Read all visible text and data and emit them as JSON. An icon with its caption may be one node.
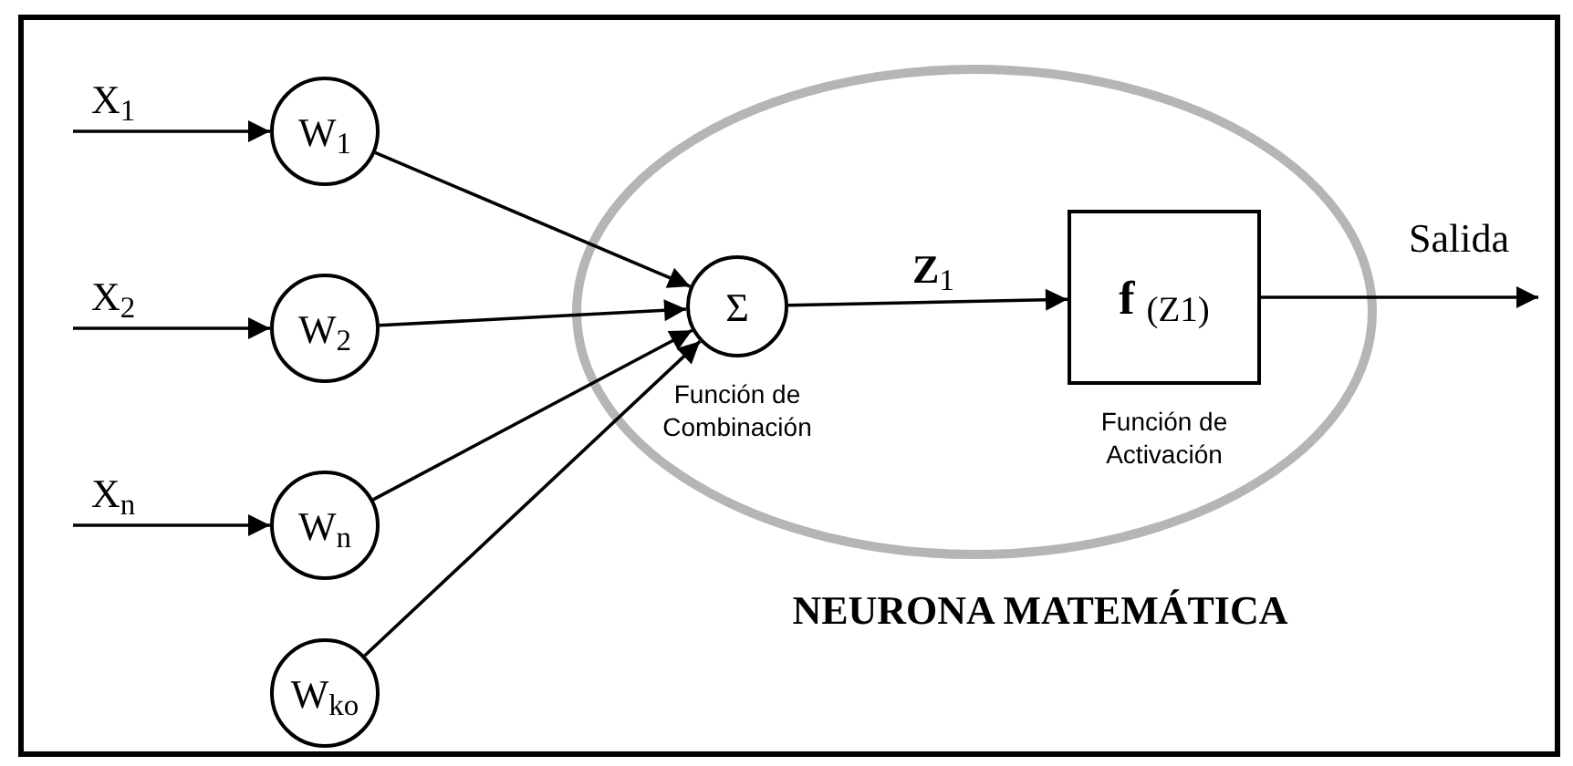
{
  "diagram": {
    "title": "NEURONA MATEMÁTICA",
    "nodes": [
      {
        "text": [],
        "shape": "ellipse"
      },
      {
        "text": [
          "W$_{1}$"
        ]
      },
      {
        "text": [
          "W$_{2}$"
        ]
      },
      {
        "text": [
          "W$_{n}$"
        ]
      },
      {
        "text": [
          "W$_{ko}$"
        ]
      },
      {
        "text": [
          "Σ"
        ],
        "in": 0,
        "beside": [
          "Función de Combinación"
        ]
      },
      {
        "text": [
          "**f** $_{(Z1)}$"
        ],
        "in": 0,
        "beside": [
          "Función de Activación"
        ]
      }
    ],
    "edges": [
      {
        "from": null,
        "to": 1,
        "arrow": "to",
        "label": "X$_{1}$"
      },
      {
        "from": null,
        "to": 2,
        "arrow": "to",
        "label": "X$_{2}$"
      },
      {
        "from": null,
        "to": 3,
        "arrow": "to",
        "label": "X$_{n}$"
      },
      {
        "from": 1,
        "to": 5,
        "arrow": "to"
      },
      {
        "from": 2,
        "to": 5,
        "arrow": "to"
      },
      {
        "from": 3,
        "to": 5,
        "arrow": "to"
      },
      {
        "from": 4,
        "to": 5,
        "arrow": "to"
      },
      {
        "from": 5,
        "to": 6,
        "arrow": "to",
        "label": "**Z**$_{1}$"
      },
      {
        "from": 6,
        "to": null,
        "arrow": "to",
        "label": "Salida"
      }
    ]
  }
}
